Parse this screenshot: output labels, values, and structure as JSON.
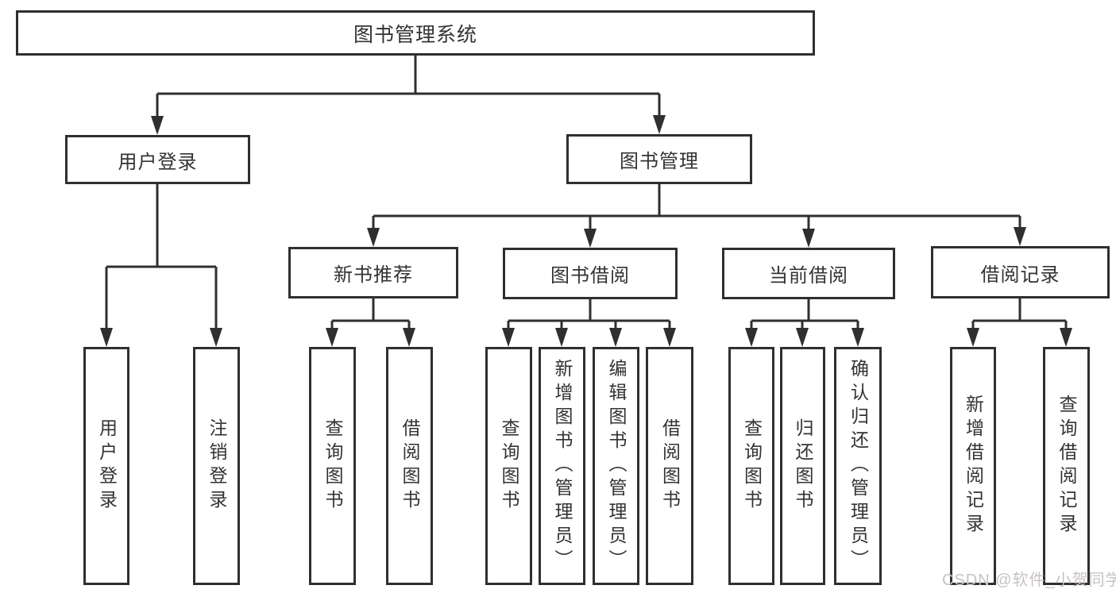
{
  "diagram_title": "图书管理系统",
  "tree": {
    "root": {
      "label": "图书管理系统"
    },
    "children": [
      {
        "label": "用户登录",
        "children": [
          {
            "label": "用户登录"
          },
          {
            "label": "注销登录"
          }
        ]
      },
      {
        "label": "图书管理",
        "children": [
          {
            "label": "新书推荐",
            "children": [
              {
                "label": "查询图书"
              },
              {
                "label": "借阅图书"
              }
            ]
          },
          {
            "label": "图书借阅",
            "children": [
              {
                "label": "查询图书"
              },
              {
                "label": "新增图书（管理员）"
              },
              {
                "label": "编辑图书（管理员）"
              },
              {
                "label": "借阅图书"
              }
            ]
          },
          {
            "label": "当前借阅",
            "children": [
              {
                "label": "查询图书"
              },
              {
                "label": "归还图书"
              },
              {
                "label": "确认归还（管理员）"
              }
            ]
          },
          {
            "label": "借阅记录",
            "children": [
              {
                "label": "新增借阅记录"
              },
              {
                "label": "查询借阅记录"
              }
            ]
          }
        ]
      }
    ]
  },
  "watermark": {
    "text": "CSDN @软件_小贺同学",
    "color": "#c8c2c2"
  },
  "colors": {
    "line": "#2f2f2f",
    "box_border": "#2f2f2f",
    "text": "#333333",
    "background": "#ffffff"
  }
}
